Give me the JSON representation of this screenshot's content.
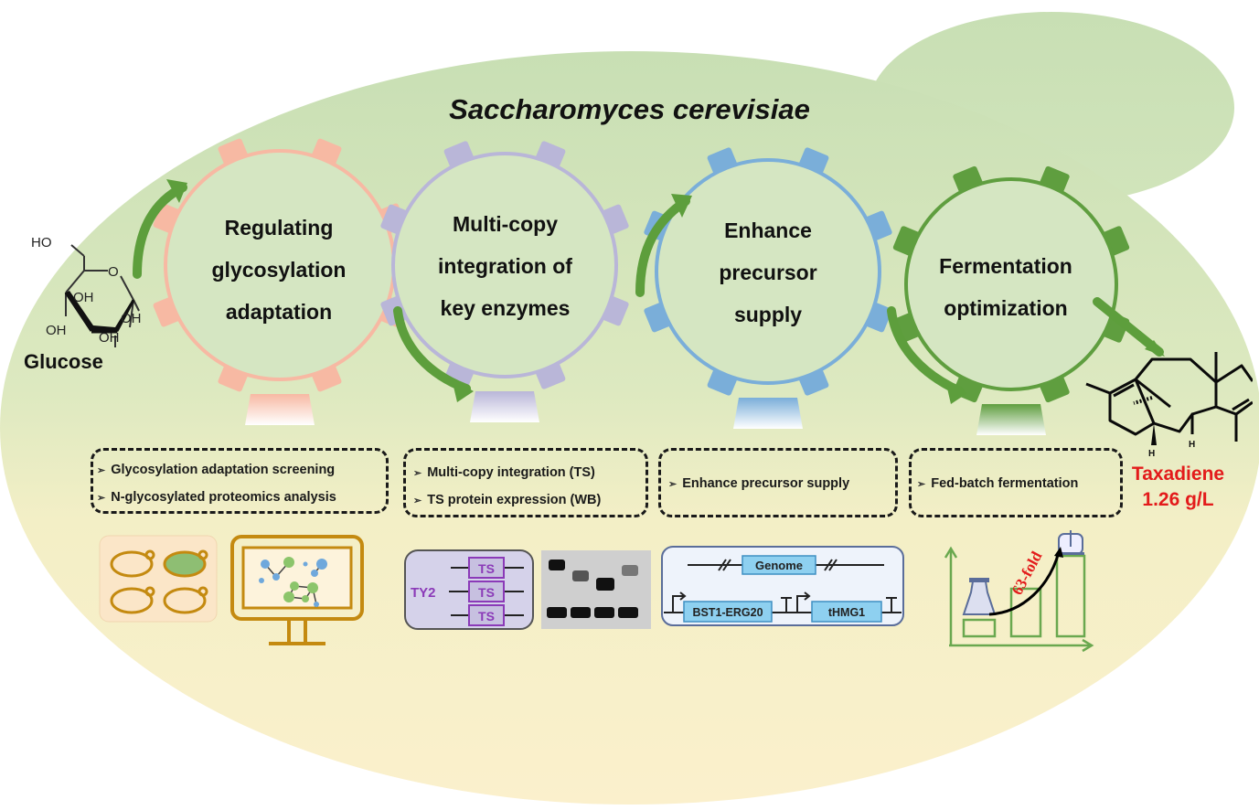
{
  "title": "Saccharomyces cerevisiae",
  "substrate": {
    "name": "Glucose",
    "atoms": {
      "ho_top": "HO",
      "ring_o": "O",
      "oh_inner": "OH",
      "oh_left": "OH",
      "oh_right": "OH",
      "oh_bottom": "OH"
    }
  },
  "product": {
    "name": "Taxadiene",
    "titer": "1.26 g/L",
    "atoms": {
      "h1": "H",
      "h2": "H"
    }
  },
  "colors": {
    "gear_1": "#f7b9a3",
    "gear_2": "#b9b6d8",
    "gear_3": "#7aaed9",
    "gear_4": "#5f9e3f",
    "arrow": "#5d9e3c",
    "product_text": "#e31b1b"
  },
  "gears": [
    {
      "label_lines": [
        "Regulating",
        "glycosylation",
        "adaptation"
      ]
    },
    {
      "label_lines": [
        "Multi-copy",
        "integration of",
        "key enzymes"
      ]
    },
    {
      "label_lines": [
        "Enhance",
        "precursor",
        "supply"
      ]
    },
    {
      "label_lines": [
        "Fermentation",
        "optimization"
      ]
    }
  ],
  "boxes": [
    {
      "items": [
        "Glycosylation adaptation screening",
        "N-glycosylated proteomics analysis"
      ]
    },
    {
      "items": [
        "Multi-copy integration (TS)",
        "TS protein expression (WB)"
      ]
    },
    {
      "items": [
        "Enhance precursor supply"
      ]
    },
    {
      "items": [
        "Fed-batch fermentation"
      ]
    }
  ],
  "bullet_glyph": "➢",
  "illustrations": {
    "integration": {
      "locus": "TY2",
      "gene": "TS",
      "copies": 3
    },
    "western_blot": {
      "lanes": 4
    },
    "construct": {
      "genome": "Genome",
      "cassette_1": "BST1-ERG20",
      "cassette_2": "tHMG1"
    },
    "fermentation": {
      "fold_change": "63-fold"
    }
  }
}
